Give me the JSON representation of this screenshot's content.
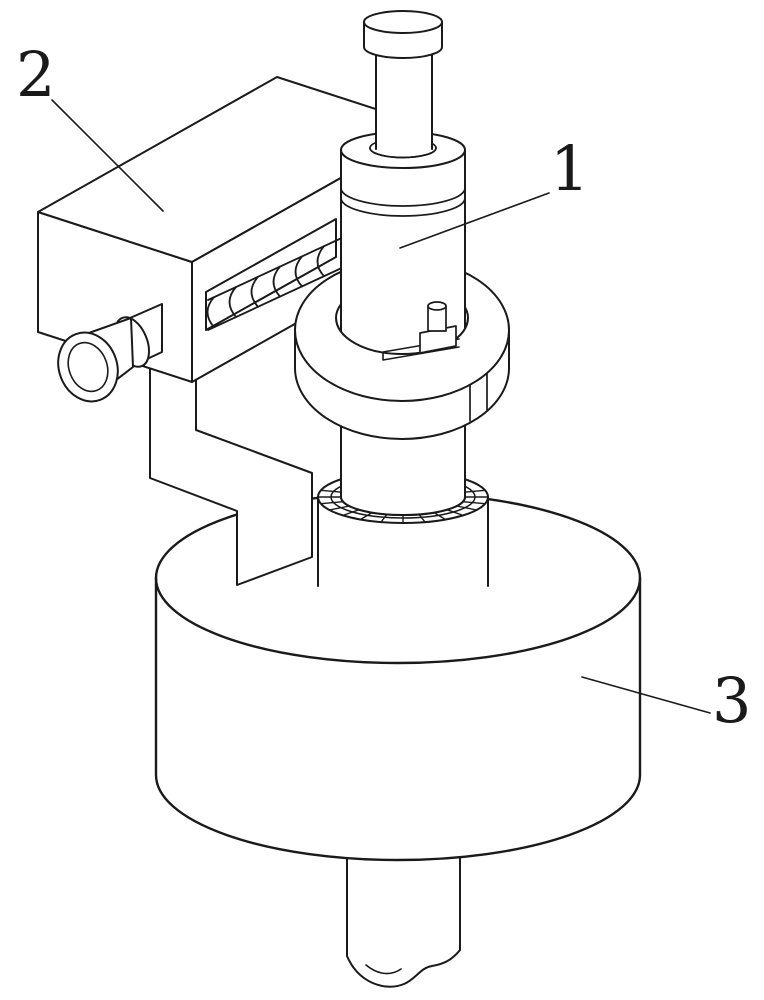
{
  "figure": {
    "background": "#ffffff",
    "line_color": "#1a1a1a",
    "labels": [
      {
        "text": "1"
      },
      {
        "text": "2"
      },
      {
        "text": "3"
      }
    ]
  }
}
